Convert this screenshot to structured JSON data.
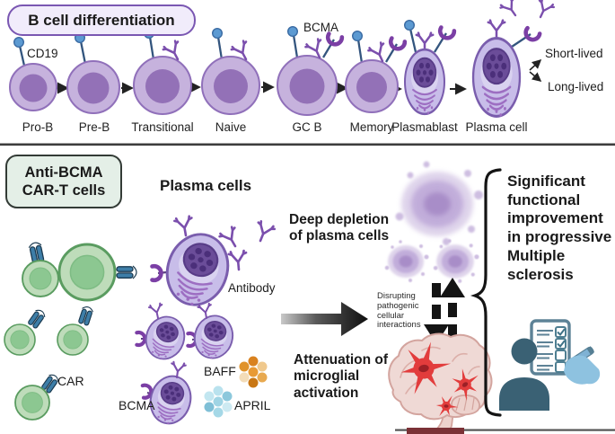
{
  "top": {
    "title": "B cell differentiation",
    "receptors": {
      "cd19": "CD19",
      "bcma": "BCMA"
    },
    "stages": [
      "Pro-B",
      "Pre-B",
      "Transitional",
      "Naive",
      "GC B",
      "Memory",
      "Plasmablast",
      "Plasma cell"
    ],
    "fates": {
      "short_lived": "Short-lived",
      "long_lived": "Long-lived"
    }
  },
  "bottom": {
    "title_line1": "Anti-BCMA",
    "title_line2": "CAR-T cells",
    "plasma_cells_header": "Plasma cells",
    "labels": {
      "car": "CAR",
      "bcma": "BCMA",
      "baff": "BAFF",
      "april": "APRIL",
      "antibody": "Antibody"
    },
    "outcomes": {
      "deep_depletion": "Deep depletion of plasma cells",
      "disrupting": "Disrupting pathogenic cellular interactions",
      "attenuation": "Attenuation of microglial activation"
    },
    "outcome_result": "Significant functional improvement in progressive Multiple sclerosis"
  },
  "colors": {
    "b_cell_fill": "#c6b2dd",
    "b_cell_stroke": "#9070ba",
    "b_nucleus": "#9371b7",
    "plasma_fill": "#c8bde9",
    "plasma_nucleus": "#6b4d99",
    "er_lines": "#9d6ec2",
    "cd19_dot": "#5c9ad2",
    "receptor_purple": "#7b4fad",
    "stalk_navy": "#33557e",
    "t_cell_fill": "#bedcba",
    "t_cell_nucleus": "#8cc791",
    "car_teal": "#3e7ea8",
    "baff_orange": "#e0932c",
    "april_blue": "#9fd4e4",
    "brain_pink": "#efd9d5",
    "microglia_red": "#e23c3c",
    "title_top_bg": "#f1ecfb",
    "title_top_border": "#7a57b2",
    "title_bottom_bg": "#e4efe7",
    "arrow_black": "#141414"
  }
}
